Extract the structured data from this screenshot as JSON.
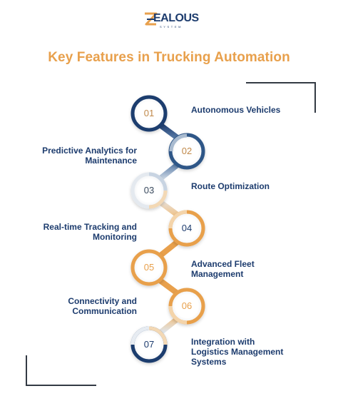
{
  "logo": {
    "word": "EALOUS",
    "sub": "SYSTEM"
  },
  "title": "Key Features in Trucking Automation",
  "features": [
    {
      "number": "01",
      "label": "Autonomous Vehicles"
    },
    {
      "number": "02",
      "label": "Predictive Analytics for Maintenance"
    },
    {
      "number": "03",
      "label": "Route Optimization"
    },
    {
      "number": "04",
      "label": "Real-time Tracking and Monitoring"
    },
    {
      "number": "05",
      "label": "Advanced Fleet Management"
    },
    {
      "number": "06",
      "label": "Connectivity and Communication"
    },
    {
      "number": "07",
      "label": "Integration with Logistics Management Systems"
    }
  ],
  "colors": {
    "navy": "#1d3c6e",
    "orange": "#e8a04c",
    "number_text": "#c0894a",
    "bracket": "#333a44"
  }
}
